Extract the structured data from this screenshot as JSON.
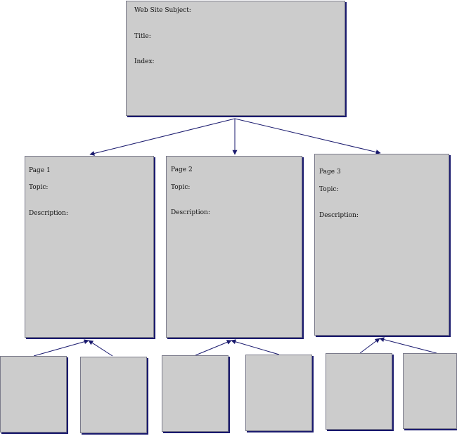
{
  "root": {
    "subject_label": "Web Site Subject:",
    "title_label": "Title:",
    "index_label": "Index:"
  },
  "pages": [
    {
      "name": "Page 1",
      "topic_label": "Topic:",
      "description_label": "Description:"
    },
    {
      "name": "Page 2",
      "topic_label": "Topic:",
      "description_label": "Description:"
    },
    {
      "name": "Page 3",
      "topic_label": "Topic:",
      "description_label": "Description:"
    }
  ],
  "colors": {
    "box_fill": "#cccccc",
    "box_shadow": "#1a1a6e",
    "connector": "#1a1a6e"
  }
}
